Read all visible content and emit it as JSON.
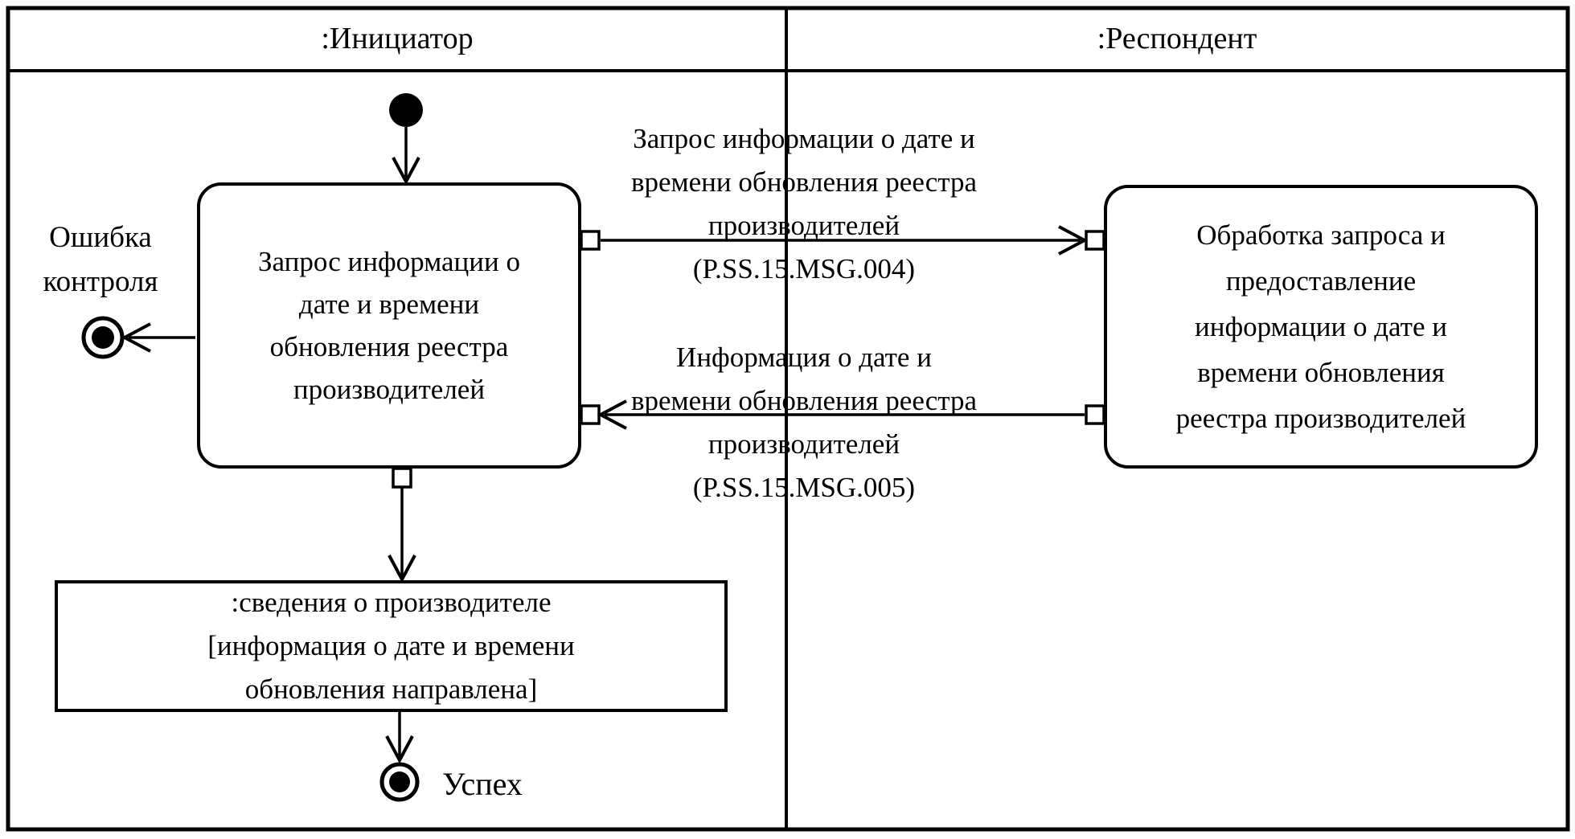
{
  "diagram": {
    "kind": "uml-activity-swimlane-scan",
    "lanes": {
      "initiator": ":Инициатор",
      "respondent": ":Респондент"
    },
    "actions": {
      "initiator": {
        "full": "Запрос информации о дате и времени обновления реестра производителей",
        "lines": [
          "Запрос информации о",
          "дате и времени",
          "обновления реестра",
          "производителей"
        ]
      },
      "respondent": {
        "full": "Обработка запроса и предоставление информации о дате и времени обновления реестра производителей",
        "lines": [
          "Обработка запроса и",
          "предоставление",
          "информации о дате и",
          "времени обновления",
          "реестра производителей"
        ]
      }
    },
    "object_node": {
      "full": ":сведения о производителе [информация о дате и времени обновления направлена]",
      "lines": [
        ":сведения о производителе",
        "[информация о дате и времени",
        "обновления направлена]"
      ]
    },
    "messages": {
      "request": {
        "full": "Запрос информации о дате и времени обновления реестра производителей (P.SS.15.MSG.004)",
        "lines": [
          "Запрос информации о дате и",
          "времени обновления реестра",
          "производителей",
          "(P.SS.15.MSG.004)"
        ]
      },
      "response": {
        "full": "Информация о дате и времени обновления реестра производителей (P.SS.15.MSG.005)",
        "lines": [
          "Информация о дате и",
          "времени обновления реестра",
          "производителей",
          "(P.SS.15.MSG.005)"
        ]
      }
    },
    "terminals": {
      "error": {
        "lines": [
          "Ошибка",
          "контроля"
        ]
      },
      "success": "Успех"
    },
    "colors": {
      "ink": "#000000",
      "paper": "#ffffff"
    }
  }
}
